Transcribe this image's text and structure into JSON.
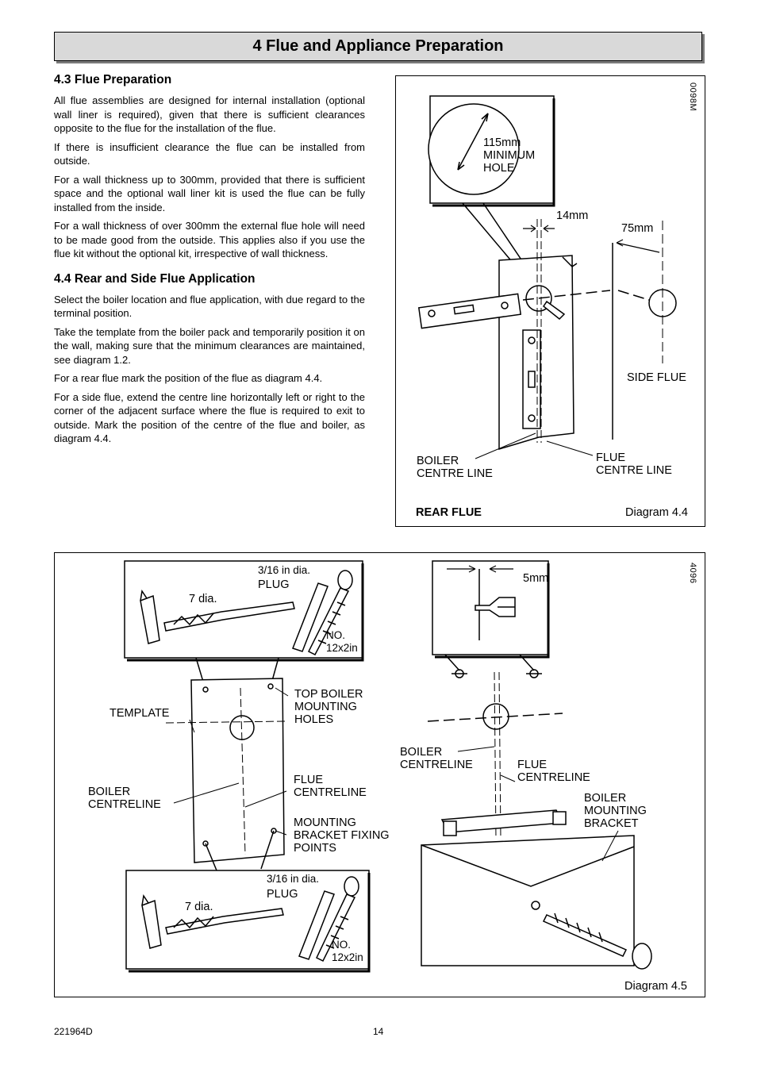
{
  "header": {
    "title": "4 Flue and Appliance Preparation"
  },
  "section_4_3": {
    "heading": "4.3 Flue Preparation",
    "paragraphs": [
      "All flue assemblies are designed for internal installation (optional wall liner is required), given that there is sufficient clearances opposite to the flue for the installation of the flue.",
      "If there is insufficient clearance the flue can be installed from outside.",
      "For a wall thickness up to 300mm, provided that there is sufficient space and the optional wall liner kit is used the flue can be fully installed from the inside.",
      "For a wall thickness of over 300mm the external flue hole will need to be made good from the outside.  This applies also if you use the flue kit without the optional kit, irrespective of wall thickness."
    ]
  },
  "section_4_4": {
    "heading": "4.4 Rear and Side Flue Application",
    "paragraphs": [
      "Select the boiler location and flue application, with due regard to the terminal position.",
      "Take the template from the boiler pack and temporarily position it on the wall, making sure that the minimum clearances are maintained, see diagram 1.2.",
      "For a rear flue mark the position of the flue as diagram 4.4.",
      "For a side flue, extend the centre line horizontally left or right to the corner of the adjacent surface where the flue is required to exit to outside.  Mark the position of the centre of the flue and boiler, as diagram 4.4."
    ]
  },
  "diagram_4_4": {
    "code": "0098M",
    "hole_label": "115mm\nMINIMUM\nHOLE",
    "dim_14": "14mm",
    "dim_75": "75mm",
    "side_flue": "SIDE FLUE",
    "boiler_centre_line": "BOILER\nCENTRE LINE",
    "flue_centre_line": "FLUE\nCENTRE LINE",
    "rear_flue": "REAR FLUE",
    "caption": "Diagram 4.4"
  },
  "diagram_4_5": {
    "code": "4096",
    "top_dia_frac": "3/16 in dia.",
    "top_plug": "PLUG",
    "top_drill": "7 dia.",
    "top_screw": "NO.\n12x2in",
    "top_boiler_holes": "TOP BOILER\nMOUNTING\nHOLES",
    "template": "TEMPLATE",
    "flue_centreline_left": "FLUE\nCENTRELINE",
    "boiler_centreline_left": "BOILER\nCENTRELINE",
    "mounting_points": "MOUNTING\nBRACKET FIXING\nPOINTS",
    "bottom_dia_frac": "3/16 in dia.",
    "bottom_plug": "PLUG",
    "bottom_drill": "7 dia.",
    "bottom_screw": "NO.\n12x2in",
    "dim_5mm": "5mm",
    "boiler_centreline_right": "BOILER\nCENTRELINE",
    "flue_centreline_right": "FLUE\nCENTRELINE",
    "boiler_mounting_bracket": "BOILER\nMOUNTING\nBRACKET",
    "caption": "Diagram 4.5"
  },
  "footer": {
    "doc_number": "221964D",
    "page_number": "14"
  }
}
